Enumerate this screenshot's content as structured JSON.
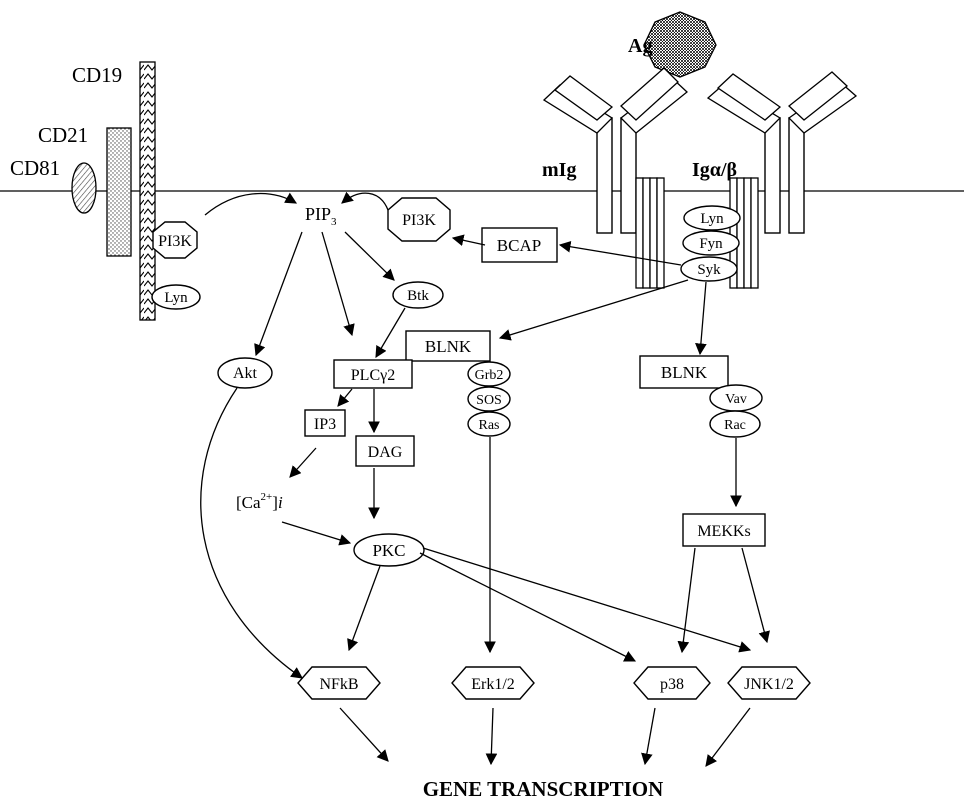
{
  "membrane_labels": {
    "cd19": "CD19",
    "cd21": "CD21",
    "cd81": "CD81",
    "ag": "Ag",
    "mig": "mIg",
    "ig_alpha_beta": "Igα/β"
  },
  "nodes": {
    "pi3k_left": "PI3K",
    "lyn_left": "Lyn",
    "pip3": "PIP",
    "pip3_sub": "3",
    "pi3k_right": "PI3K",
    "bcap": "BCAP",
    "lyn_right": "Lyn",
    "fyn": "Fyn",
    "syk": "Syk",
    "btk": "Btk",
    "akt": "Akt",
    "blnk_center": "BLNK",
    "plcg2": "PLCγ2",
    "grb2": "Grb2",
    "sos": "SOS",
    "ras": "Ras",
    "blnk_right": "BLNK",
    "vav": "Vav",
    "rac": "Rac",
    "ip3": "IP3",
    "dag": "DAG",
    "ca_base": "[Ca",
    "ca_sup": "2+",
    "ca_close": "]",
    "ca_i": "i",
    "mekks": "MEKKs",
    "pkc": "PKC",
    "nfkb": "NFkB",
    "erk": "Erk1/2",
    "p38": "p38",
    "jnk": "JNK1/2"
  },
  "output": {
    "gene_transcription": "GENE TRANSCRIPTION"
  }
}
